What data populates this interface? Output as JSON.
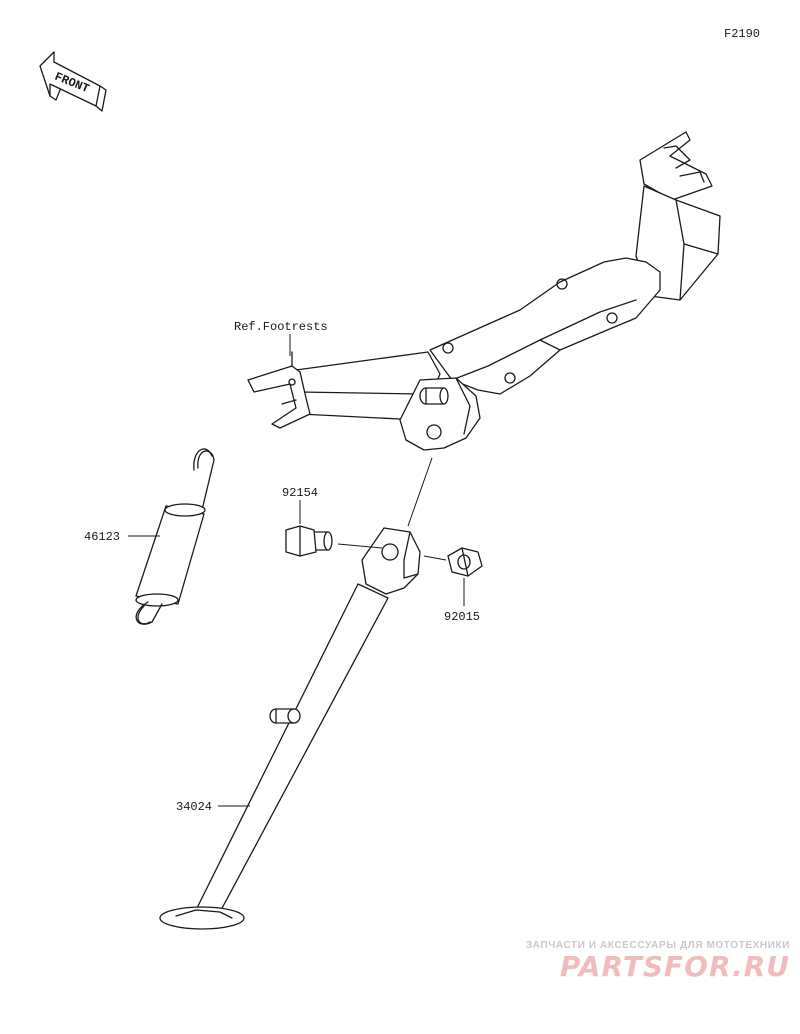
{
  "diagram_code": "F2190",
  "front_arrow": {
    "label": "FRONT",
    "icon": "front-direction-arrow-icon"
  },
  "labels": {
    "ref_footrests": "Ref.Footrests",
    "spring": "46123",
    "bolt": "92154",
    "nut": "92015",
    "stand": "34024"
  },
  "watermark": {
    "tagline": "ЗАПЧАСТИ И АКСЕССУАРЫ ДЛЯ МОТОТЕХНИКИ",
    "logo": "PARTSFOR.RU"
  }
}
